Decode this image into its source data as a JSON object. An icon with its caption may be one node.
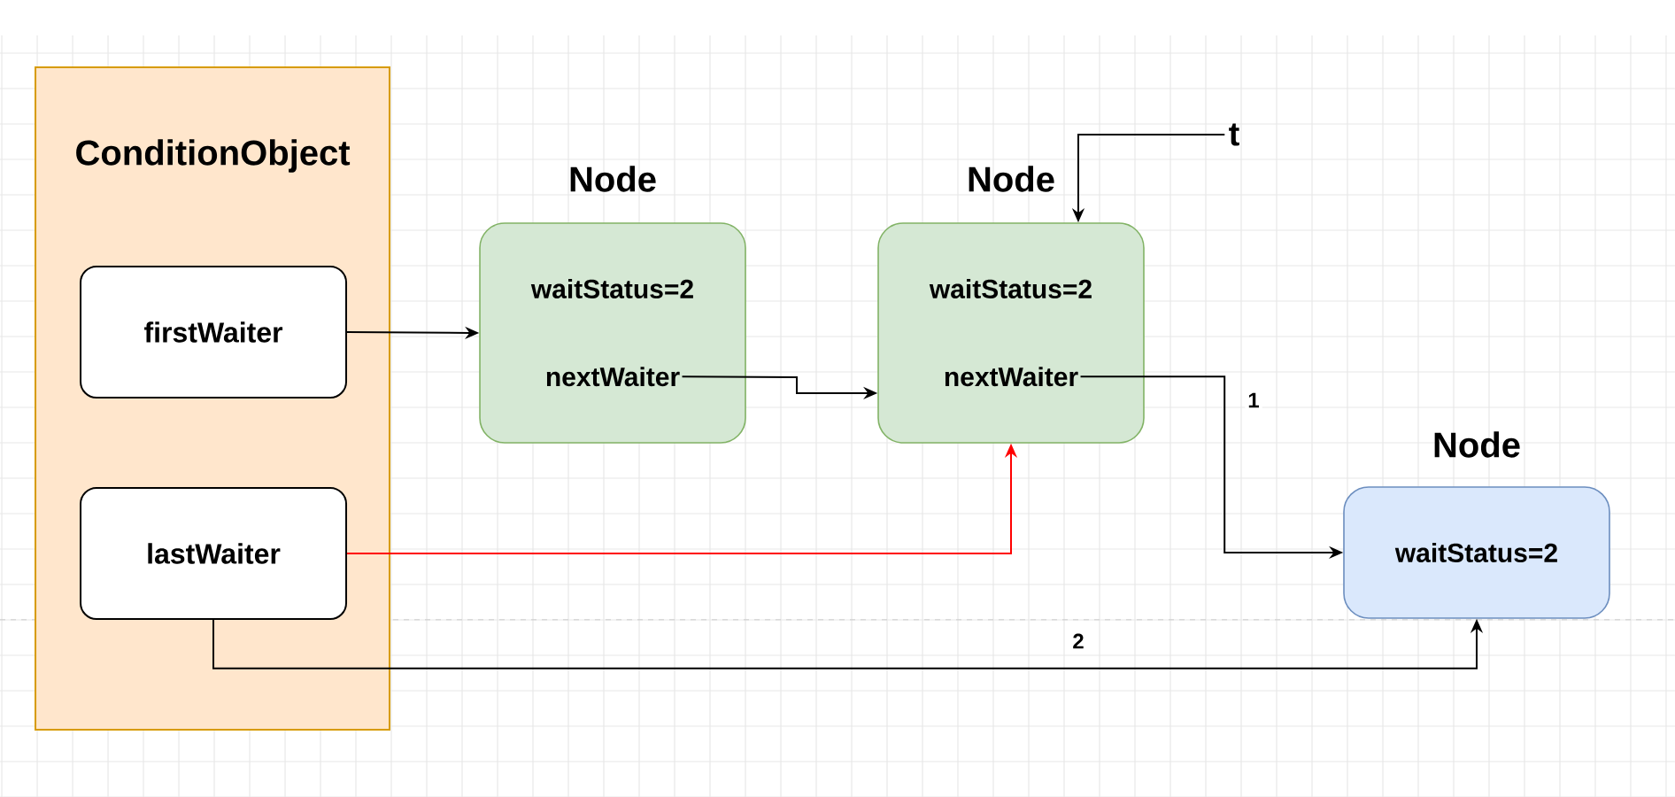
{
  "diagram": {
    "nodes": [
      {
        "text": [
          "ConditionObject"
        ]
      },
      {
        "text": [
          "firstWaiter"
        ],
        "in": 0
      },
      {
        "text": [
          "lastWaiter"
        ],
        "in": 0
      },
      {
        "text": [
          "Node",
          "waitStatus=2"
        ]
      },
      {
        "text": [
          "nextWaiter"
        ],
        "in": 3
      },
      {
        "text": [
          "Node",
          "waitStatus=2"
        ]
      },
      {
        "text": [
          "nextWaiter"
        ],
        "in": 5
      },
      {
        "text": [
          "t"
        ]
      },
      {
        "text": [
          "Node",
          "waitStatus=2"
        ]
      }
    ],
    "edges": [
      {
        "from": 1,
        "to": 3,
        "arrow": "to"
      },
      {
        "from": 4,
        "to": 5,
        "arrow": "to"
      },
      {
        "from": 7,
        "to": 5,
        "arrow": "to"
      },
      {
        "from": 2,
        "to": 5,
        "arrow": "to",
        "color": "#ff0000"
      },
      {
        "from": 6,
        "to": 8,
        "arrow": "to",
        "label": "1"
      },
      {
        "from": 2,
        "to": 8,
        "arrow": "to",
        "label": "2"
      }
    ]
  }
}
